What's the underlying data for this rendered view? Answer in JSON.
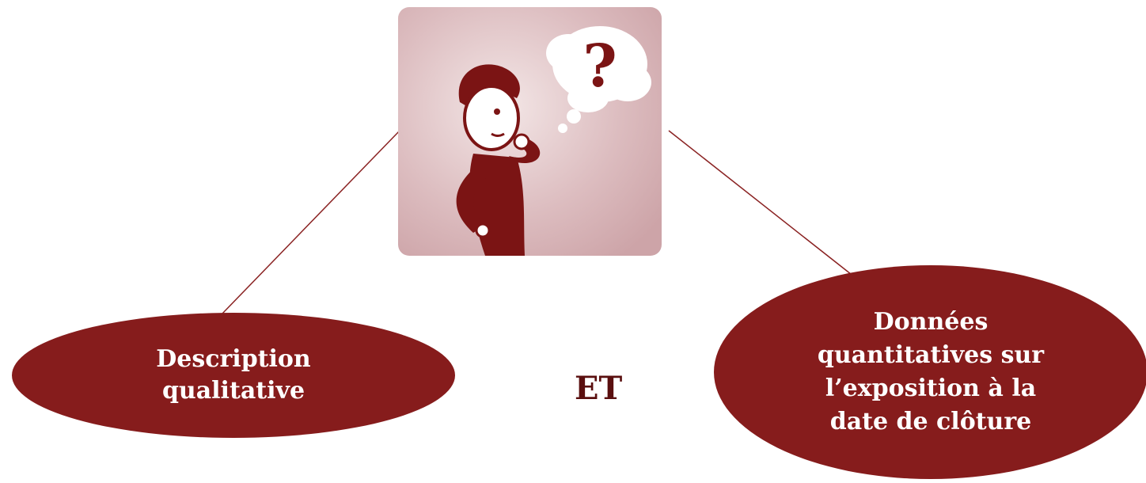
{
  "colors": {
    "ellipse_fill": "#861c1c",
    "line": "#8a2222",
    "picture_bg": "#d8b3b6",
    "figure": "#7b1414"
  },
  "illustration": {
    "icon": "thinking-person-icon",
    "thought_symbol": "?"
  },
  "left_node": {
    "line1": "Description",
    "line2": "qualitative"
  },
  "connector_word": "ET",
  "right_node": {
    "line1": "Données",
    "line2": "quantitatives sur",
    "line3": "l’exposition à la",
    "line4": "date de clôture"
  }
}
